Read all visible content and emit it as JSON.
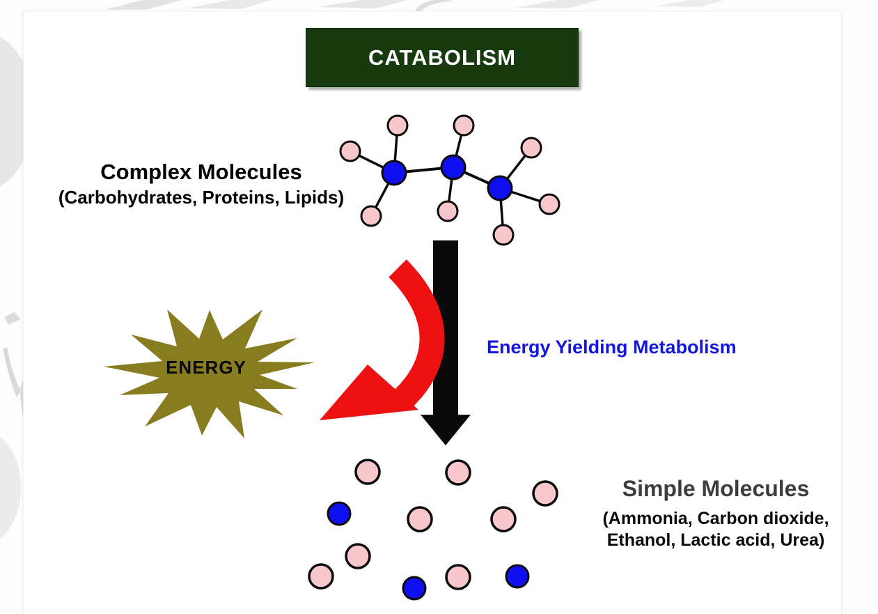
{
  "diagram": {
    "title": "CATABOLISM",
    "complex_molecules": {
      "heading": "Complex Molecules",
      "examples": "(Carbohydrates, Proteins, Lipids)",
      "graphic": {
        "blue_nodes": 3,
        "pink_nodes": 8
      }
    },
    "energy_burst": {
      "label": "ENERGY"
    },
    "process_label": "Energy Yielding Metabolism",
    "simple_molecules": {
      "heading": "Simple Molecules",
      "examples_line1": "(Ammonia, Carbon dioxide,",
      "examples_line2": "Ethanol, Lactic acid, Urea)",
      "graphic": {
        "pink_count": 8,
        "blue_count": 3
      }
    },
    "colors": {
      "title_background": "#173a0e",
      "title_text": "#ffffff",
      "complex_node_blue": "#0f0ff0",
      "subunit_pink": "#f8c7cb",
      "node_outline": "#0a0a0a",
      "energy_burst_fill": "#877d20",
      "energy_text": "#0a0a0a",
      "process_text_blue": "#1515e0",
      "down_arrow": "#0a0a0a",
      "curved_energy_arrow": "#ee1111",
      "simple_heading_gray": "#3d3d3d"
    }
  }
}
